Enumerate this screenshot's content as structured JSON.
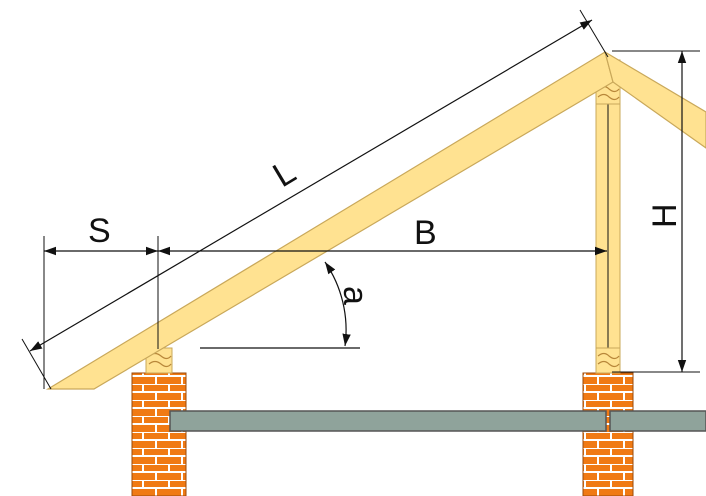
{
  "labels": {
    "overhang": "S",
    "rafter_length": "L",
    "half_span": "B",
    "height": "H",
    "angle": "a"
  },
  "colors": {
    "wood": "#ffe291",
    "wood_outline": "#c9a85a",
    "brick": "#f07a14",
    "brick_mortar": "#ffffff",
    "beam": "#8fa39b",
    "beam_outline": "#555555",
    "line": "#111111"
  }
}
